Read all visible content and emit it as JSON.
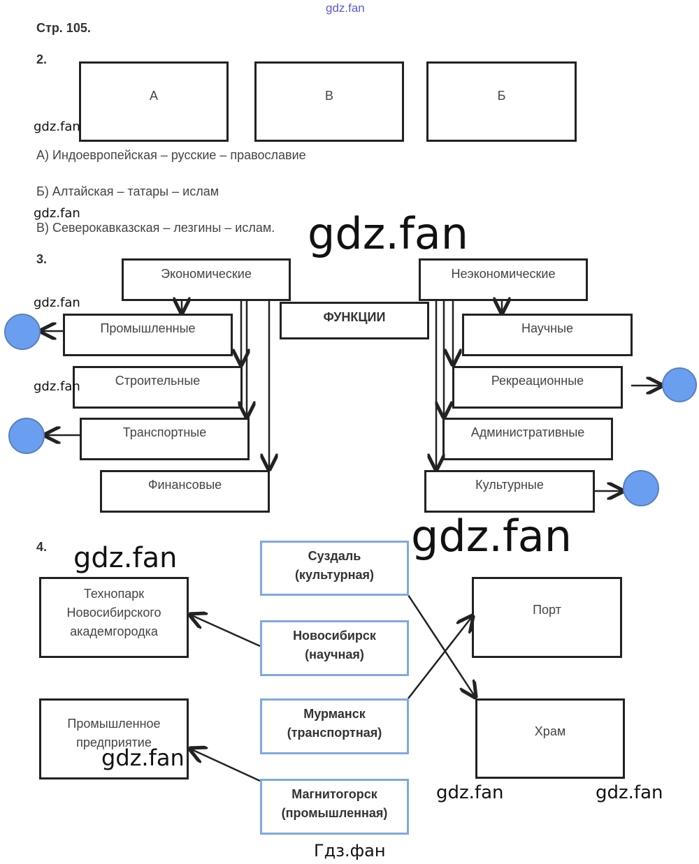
{
  "watermark_top": "gdz.fan",
  "watermark": "gdz.fan",
  "footer": "Гдз.фан",
  "page_label": "Стр. 105.",
  "task2": {
    "number": "2.",
    "boxes": [
      "А",
      "В",
      "Б"
    ],
    "answers": [
      "А) Индоевропейская – русские – православие",
      "Б) Алтайская – татары – ислам",
      "В) Северокавказская – лезгины – ислам."
    ]
  },
  "task3": {
    "number": "3.",
    "center": "ФУНКЦИИ",
    "economic": {
      "title": "Экономические",
      "items": [
        "Промышленные",
        "Строительные",
        "Транспортные",
        "Финансовые"
      ]
    },
    "non_economic": {
      "title": "Неэкономические",
      "items": [
        "Научные",
        "Рекреационные",
        "Административные",
        "Культурные"
      ]
    },
    "circle_color": "#6a9ff0"
  },
  "task4": {
    "number": "4.",
    "cities": [
      {
        "name": "Суздаль",
        "function": "(культурная)"
      },
      {
        "name": "Новосибирск",
        "function": "(научная)"
      },
      {
        "name": "Мурманск",
        "function": "(транспортная)"
      },
      {
        "name": "Магнитогорск",
        "function": "(промышленная)"
      }
    ],
    "left_targets": [
      "Технопарк Новосибирского академгородка",
      "Промышленное предприятие"
    ],
    "right_targets": [
      "Порт",
      "Храм"
    ]
  }
}
